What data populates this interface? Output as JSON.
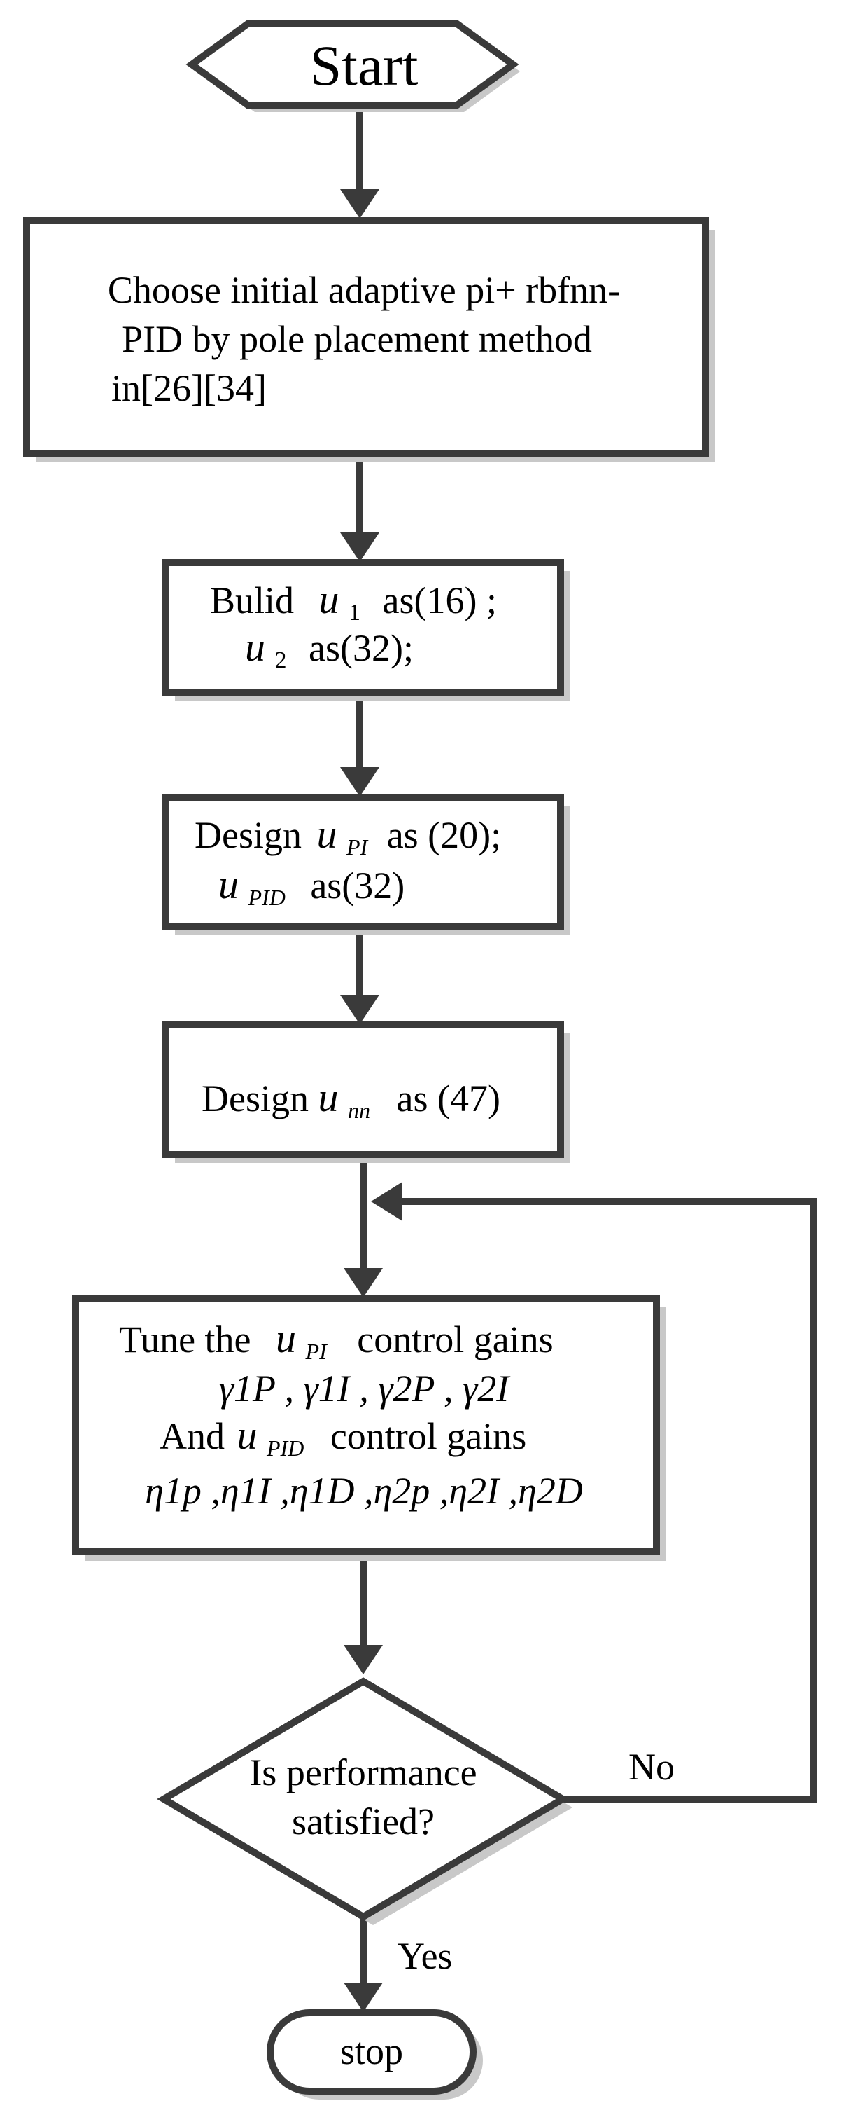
{
  "start": {
    "label": "Start"
  },
  "step1": {
    "line1": "Choose initial adaptive pi+ rbfnn-",
    "line2": "PID by pole placement method",
    "line3": "in[26][34]"
  },
  "step2": {
    "line1_pre": "Bulid",
    "u1_var": "u",
    "u1_sub": "1",
    "line1_post": "as(16) ;",
    "u2_var": "u",
    "u2_sub": "2",
    "line2_post": "as(32);"
  },
  "step3": {
    "line1_pre": "Design",
    "upi_var": "u",
    "upi_sub": "PI",
    "line1_post": "as (20);",
    "upid_var": "u",
    "upid_sub": "PID",
    "line2_post": "as(32)"
  },
  "step4": {
    "pre": "Design",
    "unn_var": "u",
    "unn_sub": "nn",
    "post": "as (47)"
  },
  "step5": {
    "line1_pre": "Tune the",
    "upi_var": "u",
    "upi_sub": "PI",
    "line1_post": "control gains",
    "gammas": "γ1P , γ1I , γ2P , γ2I",
    "line3_pre": "And",
    "upid_var": "u",
    "upid_sub": "PID",
    "line3_post": "control gains",
    "etas": "η1p ,η1I ,η1D ,η2p ,η2I ,η2D"
  },
  "decision": {
    "line1": "Is performance",
    "line2": "satisfied?",
    "no_label": "No",
    "yes_label": "Yes"
  },
  "stop": {
    "label": "stop"
  }
}
